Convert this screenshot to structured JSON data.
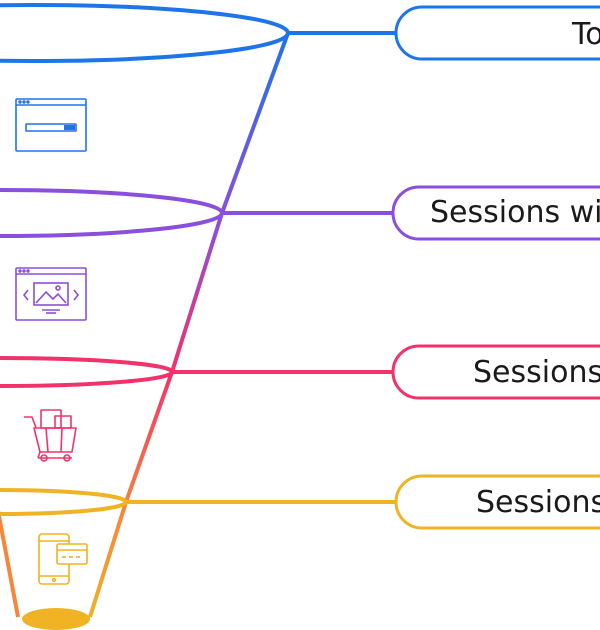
{
  "diagram": {
    "type": "funnel",
    "stages": [
      {
        "label": "To",
        "color": "#1e74e8",
        "icon": "browser-window-icon"
      },
      {
        "label": "Sessions wi",
        "color": "#8a4fdc",
        "icon": "product-gallery-icon"
      },
      {
        "label": "Sessions",
        "color": "#f2336b",
        "icon": "shopping-cart-icon"
      },
      {
        "label": "Sessions",
        "color": "#efb323",
        "icon": "mobile-payment-icon"
      }
    ]
  }
}
